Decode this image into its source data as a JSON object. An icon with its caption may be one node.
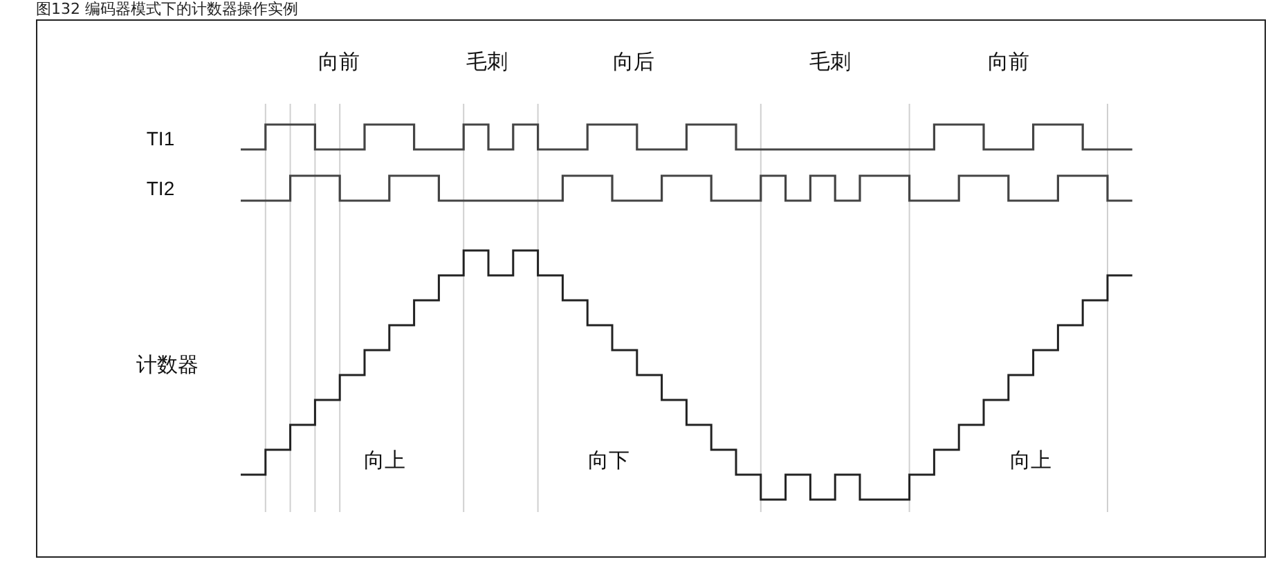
{
  "diagram": {
    "title": "图132 编码器模式下的计数器操作实例",
    "labels": [
      "向前",
      "毛刺",
      "向后",
      "毛刺",
      "向前",
      "TI1",
      "TI2",
      "计数器",
      "向上",
      "向下",
      "向上"
    ]
  }
}
